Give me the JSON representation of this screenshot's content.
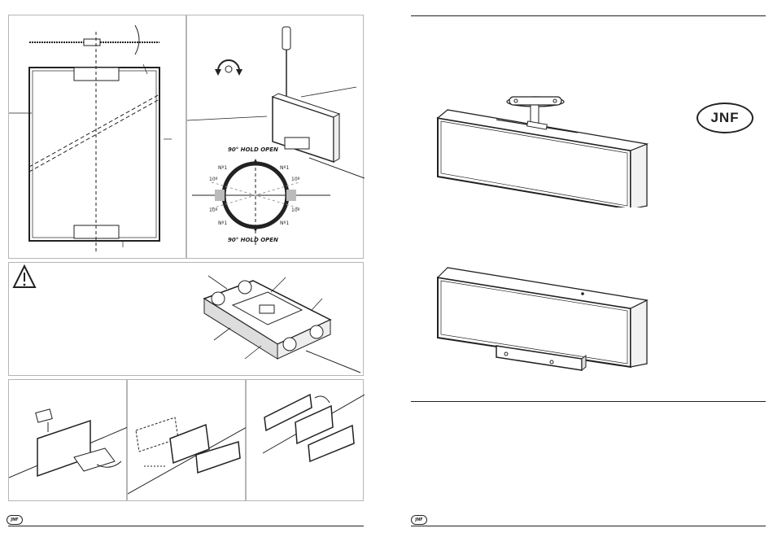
{
  "diagram": {
    "hold_open_top": "90° HOLD OPEN",
    "hold_open_bottom": "90° HOLD OPEN",
    "dial_labels": {
      "n1_top_left": "Nº1",
      "n1_top_right": "Nº1",
      "n1_bottom_left": "Nº1",
      "n1_bottom_right": "Nº1",
      "deg10_left_top": "10º",
      "deg10_right_top": "10º",
      "deg10_left_bottom": "10º",
      "deg10_right_bottom": "10º"
    }
  },
  "brand": {
    "logo_text": "JNF",
    "footer_logo_left": "JNF",
    "footer_logo_right": "JNF"
  },
  "colors": {
    "line": "#222222",
    "panel_border": "#b5b5b5",
    "gray_fill": "#d9d9d9"
  }
}
